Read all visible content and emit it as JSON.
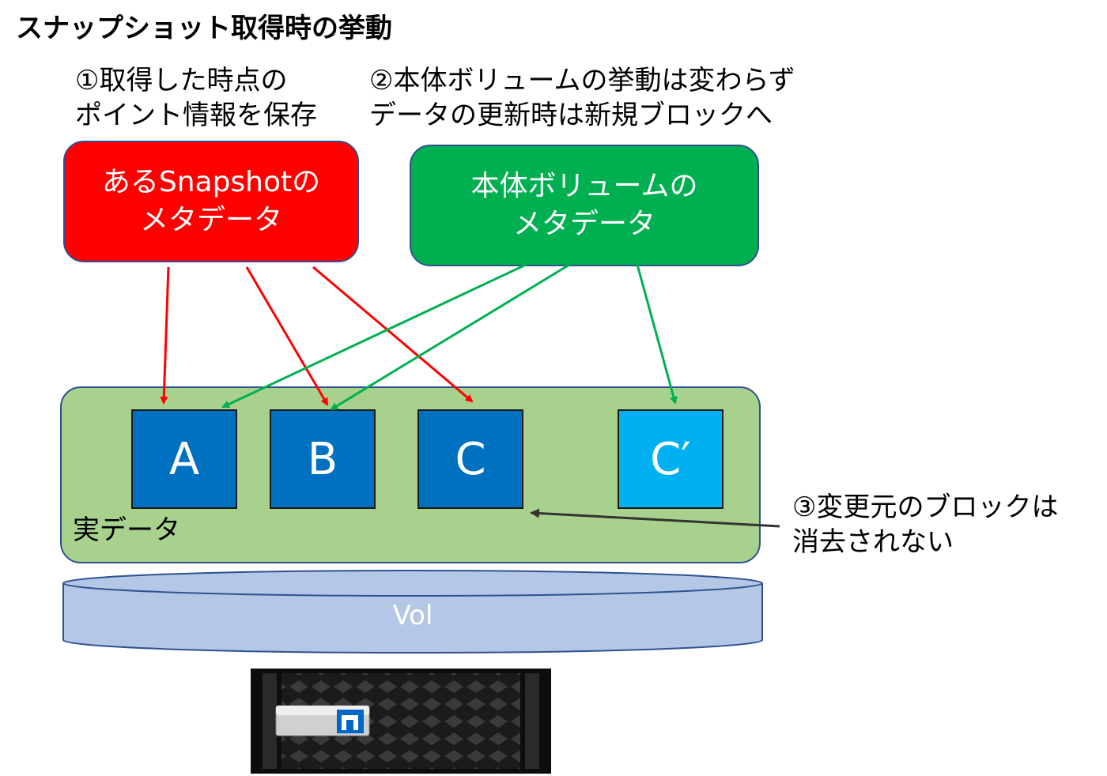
{
  "title": "スナップショット取得時の挙動",
  "notes": {
    "n1": [
      "①取得した時点の",
      "ポイント情報を保存"
    ],
    "n2": [
      "②本体ボリュームの挙動は変わらず",
      "データの更新時は新規ブロックへ"
    ],
    "n3": [
      "③変更元のブロックは",
      "消去されない"
    ]
  },
  "boxes": {
    "snapshot_meta": {
      "lines": [
        "あるSnapshotの",
        "メタデータ"
      ],
      "color": "#ff0000"
    },
    "volume_meta": {
      "lines": [
        "本体ボリュームの",
        "メタデータ"
      ],
      "color": "#00b050"
    }
  },
  "real_data": {
    "label": "実データ"
  },
  "blocks": [
    {
      "label": "A",
      "color": "#0070c0"
    },
    {
      "label": "B",
      "color": "#0070c0"
    },
    {
      "label": "C",
      "color": "#0070c0"
    },
    {
      "label": "C′",
      "color": "#00b0f0"
    }
  ],
  "volume": {
    "label": "Vol",
    "color": "#b4c7e7"
  },
  "arrow_colors": {
    "snapshot": "#ff0000",
    "volume": "#00b050",
    "note": "#333333"
  },
  "storage_device": {
    "icon": "netapp-logo-icon"
  }
}
